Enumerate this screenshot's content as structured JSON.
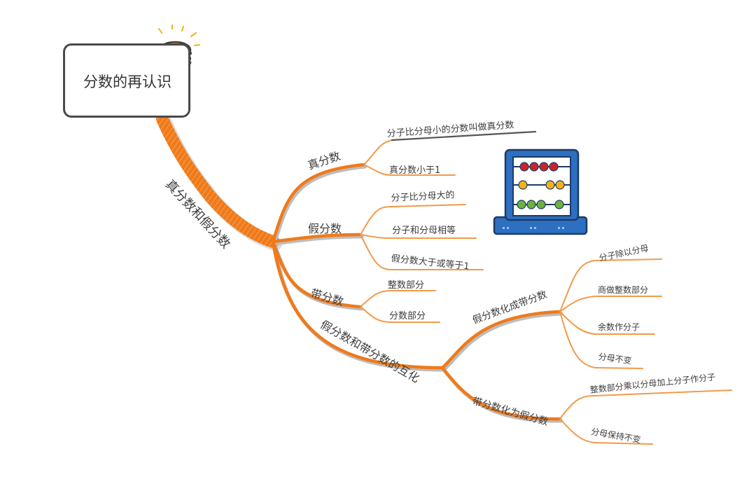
{
  "root": {
    "title": "分数的再认识"
  },
  "branch": {
    "label": "真分数和假分数",
    "nodes": {
      "proper": {
        "label": "真分数",
        "items": [
          "分子比分母小的分数叫做真分数",
          "真分数小于1"
        ]
      },
      "improper": {
        "label": "假分数",
        "items": [
          "分子比分母大的",
          "分子和分母相等",
          "假分数大于或等于1"
        ]
      },
      "mixed": {
        "label": "带分数",
        "items": [
          "整数部分",
          "分数部分"
        ]
      },
      "conversion": {
        "label": "假分数和带分数的互化",
        "to_mixed": {
          "label": "假分数化成带分数",
          "items": [
            "分子除以分母",
            "商做整数部分",
            "余数作分子",
            "分母不变"
          ]
        },
        "to_improper": {
          "label": "带分数化为假分数",
          "items": [
            "整数部分乘以分母加上分子作分子",
            "分母保持不变"
          ]
        }
      }
    }
  },
  "colors": {
    "branch": "#f07a1a",
    "branch_light": "#f5a35a",
    "line": "#555555",
    "abacus_frame": "#2d6fc0",
    "bead_red": "#c8262a",
    "bead_yellow": "#f2b21a",
    "bead_green": "#6ab43c"
  },
  "icons": [
    "burger-icon",
    "abacus-illustration"
  ]
}
